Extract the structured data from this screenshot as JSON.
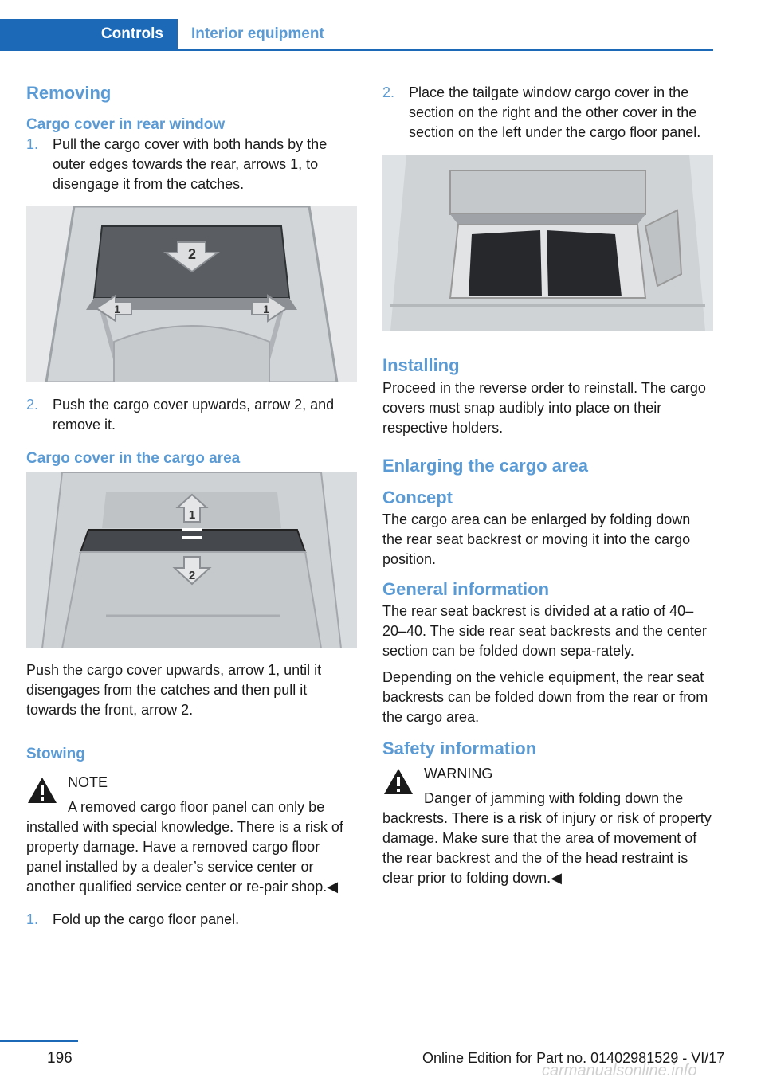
{
  "tabs": {
    "active": "Controls",
    "inactive": "Interior equipment"
  },
  "left": {
    "heading": "Removing",
    "sub1": "Cargo cover in rear window",
    "steps1": [
      {
        "num": "1.",
        "text": "Pull the cargo cover with both hands by the outer edges towards the rear, arrows 1, to disengage it from the catches."
      },
      {
        "num": "2.",
        "text": "Push the cargo cover upwards, arrow 2, and remove it."
      }
    ],
    "fig1_labels": [
      "2",
      "1",
      "1"
    ],
    "sub2": "Cargo cover in the cargo area",
    "fig2_labels": [
      "1",
      "2"
    ],
    "para1": "Push the cargo cover upwards, arrow 1, until it disengages from the catches and then pull it towards the front, arrow 2.",
    "sub3": "Stowing",
    "note_title": "NOTE",
    "note_first": "A removed cargo floor panel can only be",
    "note_rest": "installed with special knowledge. There is a risk of property damage. Have a removed cargo floor panel installed by a dealer’s service center or another qualified service center or re‐pair shop.◀",
    "steps2": [
      {
        "num": "1.",
        "text": "Fold up the cargo floor panel."
      }
    ]
  },
  "right": {
    "step2": {
      "num": "2.",
      "text": "Place the tailgate window cargo cover in the section on the right and the other cover in the section on the left under the cargo floor panel."
    },
    "installing_heading": "Installing",
    "installing_text": "Proceed in the reverse order to reinstall. The cargo covers must snap audibly into place on their respective holders.",
    "enlarging_heading": "Enlarging the cargo area",
    "concept_heading": "Concept",
    "concept_text": "The cargo area can be enlarged by folding down the rear seat backrest or moving it into the cargo position.",
    "general_heading": "General information",
    "general_text1": "The rear seat backrest is divided at a ratio of 40–20–40. The side rear seat backrests and the center section can be folded down sepa‐rately.",
    "general_text2": "Depending on the vehicle equipment, the rear seat backrests can be folded down from the rear or from the cargo area.",
    "safety_heading": "Safety information",
    "warn_title": "WARNING",
    "warn_first": "Danger of jamming with folding down the",
    "warn_rest": "backrests. There is a risk of injury or risk of property damage. Make sure that the area of movement of the rear backrest and the of the head restraint is clear prior to folding down.◀"
  },
  "footer": {
    "page": "196",
    "edition": "Online Edition for Part no. 01402981529 - VI/17",
    "watermark": "carmanualsonline.info"
  },
  "colors": {
    "accent": "#1c69b7",
    "heading": "#5b9bd5"
  }
}
